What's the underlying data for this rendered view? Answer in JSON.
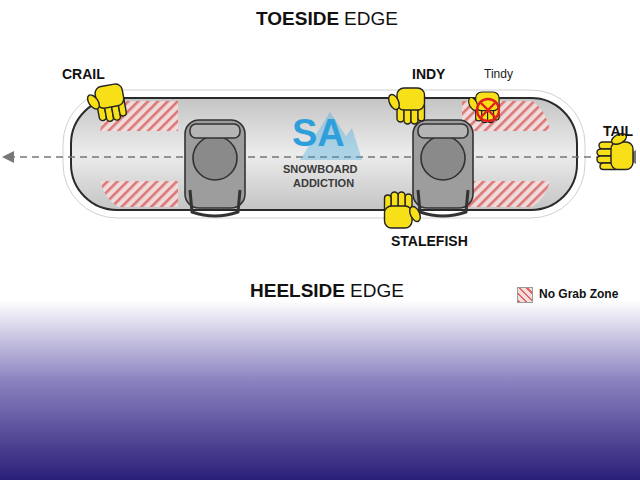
{
  "diagram": {
    "labels": [
      "TOESIDE",
      "EDGE",
      "CRAIL",
      "INDY",
      "Tindy",
      "TAIL",
      "SA",
      "SNOWBOARD",
      "ADDICTION",
      "STALEFISH",
      "HEELSIDE",
      "EDGE"
    ],
    "legend": [
      {
        "text": "No Grab Zone",
        "color": "#e06666"
      }
    ]
  }
}
